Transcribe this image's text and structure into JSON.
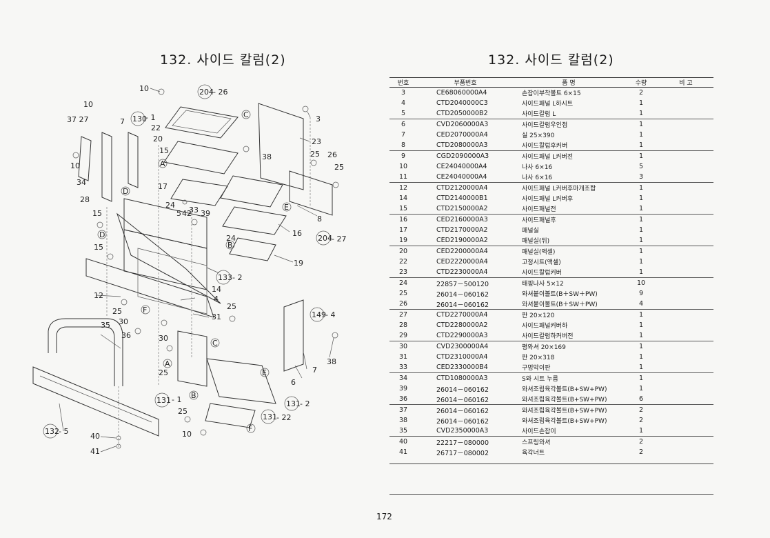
{
  "titles": {
    "left": "132. 사이드 칼럼(2)",
    "right": "132. 사이드 칼럼(2)"
  },
  "table": {
    "headers": {
      "no": "번호",
      "part_no": "부품번호",
      "name": "품    명",
      "qty": "수량",
      "remark": "비  고"
    },
    "rows": [
      {
        "no": "3",
        "part_no": "CE68060000A4",
        "name": "손잡이부착볼트 6×15",
        "qty": "2"
      },
      {
        "no": "4",
        "part_no": "CTD2040000C3",
        "name": "사이드패널 L하시트",
        "qty": "1"
      },
      {
        "no": "5",
        "part_no": "CTD2050000B2",
        "name": "사이드칼럼 L",
        "qty": "1"
      },
      {
        "no": "6",
        "part_no": "CVD2060000A3",
        "name": "사이드칼럼우인접",
        "qty": "1"
      },
      {
        "no": "7",
        "part_no": "CED2070000A4",
        "name": "실 25×390",
        "qty": "1"
      },
      {
        "no": "8",
        "part_no": "CTD2080000A3",
        "name": "사이드칼럼후커버",
        "qty": "1"
      },
      {
        "no": "9",
        "part_no": "CGD2090000A3",
        "name": "사이드패널 L커버전",
        "qty": "1"
      },
      {
        "no": "10",
        "part_no": "CE24040000A4",
        "name": "나사 6×16",
        "qty": "5"
      },
      {
        "no": "11",
        "part_no": "CE24040000A4",
        "name": "나사 6×16",
        "qty": "3"
      },
      {
        "no": "12",
        "part_no": "CTD2120000A4",
        "name": "사이드패널 L커버후마개조합",
        "qty": "1"
      },
      {
        "no": "14",
        "part_no": "CTD2140000B1",
        "name": "사이드패널 L커버후",
        "qty": "1"
      },
      {
        "no": "15",
        "part_no": "CTD2150000A2",
        "name": "사이드패널전",
        "qty": "1"
      },
      {
        "no": "16",
        "part_no": "CED2160000A3",
        "name": "사이드패널후",
        "qty": "1"
      },
      {
        "no": "17",
        "part_no": "CTD2170000A2",
        "name": "패널실",
        "qty": "1"
      },
      {
        "no": "19",
        "part_no": "CED2190000A2",
        "name": "패널실(뒤)",
        "qty": "1"
      },
      {
        "no": "20",
        "part_no": "CED2200000A4",
        "name": "패널실(액셀)",
        "qty": "1"
      },
      {
        "no": "22",
        "part_no": "CED2220000A4",
        "name": "고정시트(액셀)",
        "qty": "1"
      },
      {
        "no": "23",
        "part_no": "CTD2230000A4",
        "name": "사이드칼럼커버",
        "qty": "1"
      },
      {
        "no": "24",
        "part_no": "22857－500120",
        "name": "태핑나사 5×12",
        "qty": "10"
      },
      {
        "no": "25",
        "part_no": "26014－060162",
        "name": "와셔붙이볼트(B＋SW＋PW)",
        "qty": "9"
      },
      {
        "no": "26",
        "part_no": "26014－060162",
        "name": "와셔붙이볼트(B＋SW＋PW)",
        "qty": "4"
      },
      {
        "no": "27",
        "part_no": "CTD2270000A4",
        "name": "판 20×120",
        "qty": "1"
      },
      {
        "no": "28",
        "part_no": "CTD2280000A2",
        "name": "사이드패널커버하",
        "qty": "1"
      },
      {
        "no": "29",
        "part_no": "CTD2290000A3",
        "name": "사이드칼럼하커버전",
        "qty": "1"
      },
      {
        "no": "30",
        "part_no": "CVD2300000A4",
        "name": "평와셔 20×169",
        "qty": "1"
      },
      {
        "no": "31",
        "part_no": "CTD2310000A4",
        "name": "판 20×318",
        "qty": "1"
      },
      {
        "no": "33",
        "part_no": "CED2330000B4",
        "name": "구멍막이판",
        "qty": "1"
      },
      {
        "no": "34",
        "part_no": "CTD1080000A3",
        "name": "S와 시트 누름",
        "qty": "1"
      },
      {
        "no": "39",
        "part_no": "26014－060162",
        "name": "와셔조립육각볼트(B+SW+PW)",
        "qty": "1"
      },
      {
        "no": "36",
        "part_no": "26014－060162",
        "name": "와셔조립육각볼트(B+SW+PW)",
        "qty": "6"
      },
      {
        "no": "37",
        "part_no": "26014－060162",
        "name": "와셔조립육각볼트(B+SW+PW)",
        "qty": "2"
      },
      {
        "no": "38",
        "part_no": "26014－060162",
        "name": "와셔조립육각볼트(B+SW+PW)",
        "qty": "2"
      },
      {
        "no": "35",
        "part_no": "CVD2350000A3",
        "name": "사이드손잡이",
        "qty": "1"
      },
      {
        "no": "40",
        "part_no": "22217－080000",
        "name": "스프링와셔",
        "qty": "2"
      },
      {
        "no": "41",
        "part_no": "26717－080002",
        "name": "육각너트",
        "qty": "2"
      }
    ]
  },
  "callouts": [
    {
      "id": "c10a",
      "text": "10"
    },
    {
      "id": "c204a",
      "text": "204"
    },
    {
      "id": "c26a",
      "text": "- 26"
    },
    {
      "id": "c10b",
      "text": "10"
    },
    {
      "id": "c3727",
      "text": "37 27"
    },
    {
      "id": "c130",
      "text": "130"
    },
    {
      "id": "c1",
      "text": "- 1"
    },
    {
      "id": "c7",
      "text": "7"
    },
    {
      "id": "c22",
      "text": "22"
    },
    {
      "id": "c20",
      "text": "20"
    },
    {
      "id": "c15a",
      "text": "15"
    },
    {
      "id": "c10c",
      "text": "10"
    },
    {
      "id": "c34",
      "text": "34"
    },
    {
      "id": "c17",
      "text": "17"
    },
    {
      "id": "c28",
      "text": "28"
    },
    {
      "id": "c24a",
      "text": "24"
    },
    {
      "id": "c5",
      "text": "5"
    },
    {
      "id": "c42",
      "text": "42"
    },
    {
      "id": "c33",
      "text": "33"
    },
    {
      "id": "c39",
      "text": "39"
    },
    {
      "id": "c15b",
      "text": "15"
    },
    {
      "id": "c15c",
      "text": "15"
    },
    {
      "id": "c3",
      "text": "3"
    },
    {
      "id": "c23",
      "text": "23"
    },
    {
      "id": "c38a",
      "text": "38"
    },
    {
      "id": "c25a",
      "text": "25"
    },
    {
      "id": "c26b",
      "text": "26"
    },
    {
      "id": "c25b",
      "text": "25"
    },
    {
      "id": "c8",
      "text": "8"
    },
    {
      "id": "c16",
      "text": "16"
    },
    {
      "id": "c204b",
      "text": "204"
    },
    {
      "id": "c27",
      "text": "- 27"
    },
    {
      "id": "c24b",
      "text": "24"
    },
    {
      "id": "c19",
      "text": "19"
    },
    {
      "id": "c133",
      "text": "133"
    },
    {
      "id": "c2a",
      "text": "- 2"
    },
    {
      "id": "c12",
      "text": "12"
    },
    {
      "id": "c14",
      "text": "14"
    },
    {
      "id": "c4",
      "text": "4"
    },
    {
      "id": "c25c",
      "text": "25"
    },
    {
      "id": "c25d",
      "text": "25"
    },
    {
      "id": "c31",
      "text": "31"
    },
    {
      "id": "c35",
      "text": "35"
    },
    {
      "id": "c30a",
      "text": "30"
    },
    {
      "id": "c36",
      "text": "36"
    },
    {
      "id": "c30b",
      "text": "30"
    },
    {
      "id": "c149",
      "text": "149"
    },
    {
      "id": "c4b",
      "text": "- 4"
    },
    {
      "id": "c38b",
      "text": "38"
    },
    {
      "id": "c7b",
      "text": "7"
    },
    {
      "id": "c6",
      "text": "6"
    },
    {
      "id": "c25e",
      "text": "25"
    },
    {
      "id": "c131a",
      "text": "131"
    },
    {
      "id": "c1b",
      "text": "- 1"
    },
    {
      "id": "c131b",
      "text": "131"
    },
    {
      "id": "c2b",
      "text": "- 2"
    },
    {
      "id": "c25f",
      "text": "25"
    },
    {
      "id": "c131c",
      "text": "131"
    },
    {
      "id": "c22b",
      "text": "- 22"
    },
    {
      "id": "c10d",
      "text": "10"
    },
    {
      "id": "c132",
      "text": "132"
    },
    {
      "id": "c5b",
      "text": "- 5"
    },
    {
      "id": "c40",
      "text": "40"
    },
    {
      "id": "c41",
      "text": "41"
    }
  ],
  "ref_markers": [
    "A",
    "B",
    "C",
    "D",
    "E",
    "F"
  ],
  "page_number": "172"
}
